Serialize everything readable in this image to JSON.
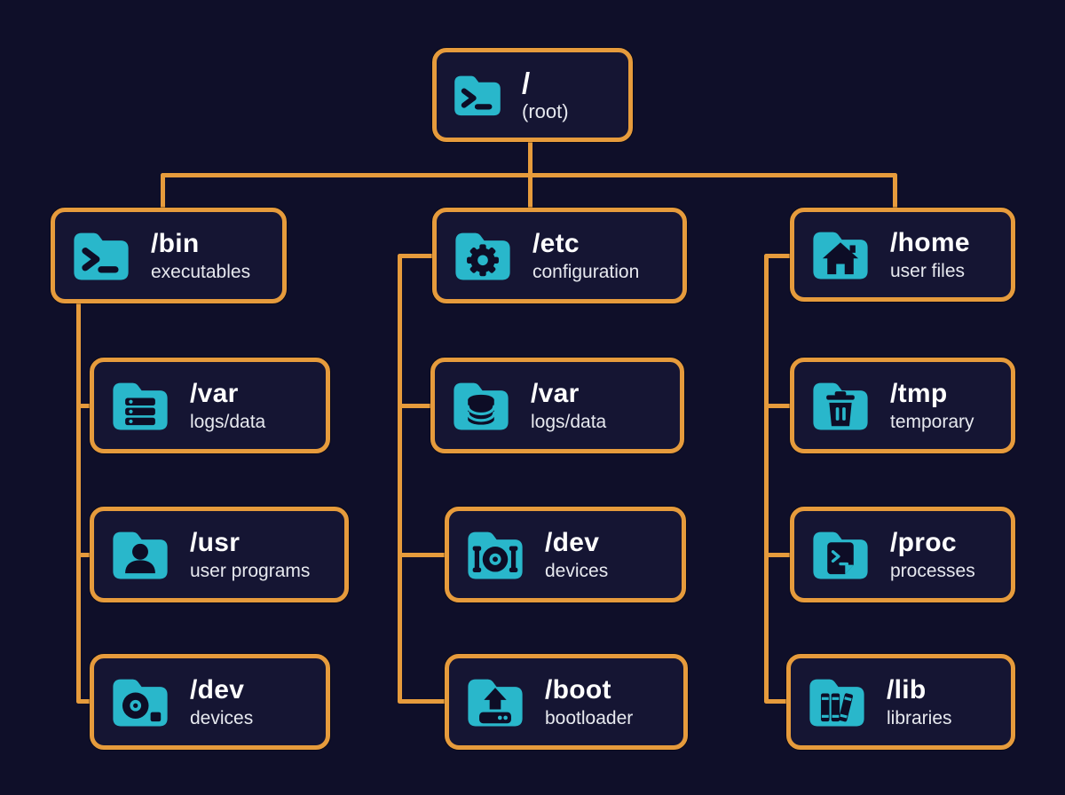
{
  "diagram": {
    "type": "tree",
    "subject": "Linux filesystem hierarchy",
    "colors": {
      "background": "#0f0f29",
      "node_background": "#151533",
      "connector_and_border": "#e69b3c",
      "icon_accent": "#29b7cb",
      "title_text": "#ffffff",
      "description_text": "#e7e9ef"
    }
  },
  "root": {
    "name": "/",
    "desc": "(root)",
    "icon": "terminal-folder-icon"
  },
  "columns": [
    {
      "parent": {
        "name": "/bin",
        "desc": "executables",
        "icon": "terminal-folder-icon"
      },
      "children": [
        {
          "name": "/var",
          "desc": "logs/data",
          "icon": "server-folder-icon"
        },
        {
          "name": "/usr",
          "desc": "user programs",
          "icon": "user-folder-icon"
        },
        {
          "name": "/dev",
          "desc": "devices",
          "icon": "disc-folder-icon"
        }
      ]
    },
    {
      "parent": {
        "name": "/etc",
        "desc": "configuration",
        "icon": "gear-folder-icon"
      },
      "children": [
        {
          "name": "/var",
          "desc": "logs/data",
          "icon": "database-folder-icon"
        },
        {
          "name": "/dev",
          "desc": "devices",
          "icon": "camera-disc-folder-icon"
        },
        {
          "name": "/boot",
          "desc": "bootloader",
          "icon": "boot-arrow-folder-icon"
        }
      ]
    },
    {
      "parent": {
        "name": "/home",
        "desc": "user files",
        "icon": "home-folder-icon"
      },
      "children": [
        {
          "name": "/tmp",
          "desc": "temporary",
          "icon": "trash-folder-icon"
        },
        {
          "name": "/proc",
          "desc": "processes",
          "icon": "script-folder-icon"
        },
        {
          "name": "/lib",
          "desc": "libraries",
          "icon": "books-folder-icon"
        }
      ]
    }
  ]
}
